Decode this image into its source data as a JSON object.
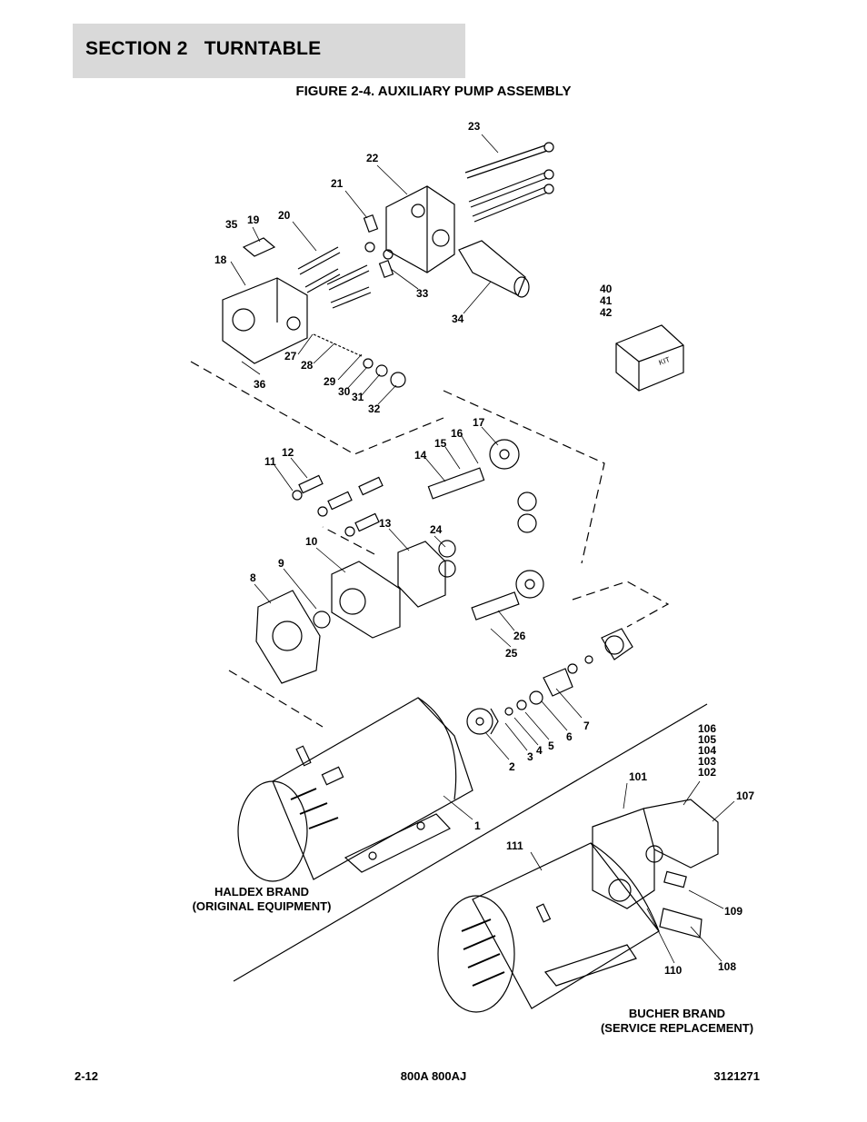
{
  "header": {
    "section": "SECTION 2   TURNTABLE",
    "figure_title": "FIGURE 2-4. AUXILIARY PUMP ASSEMBLY"
  },
  "callouts": [
    "23",
    "22",
    "21",
    "20",
    "19",
    "35",
    "18",
    "34",
    "33",
    "40",
    "41",
    "42",
    "27",
    "28",
    "29",
    "30",
    "31",
    "32",
    "36",
    "17",
    "16",
    "15",
    "14",
    "12",
    "11",
    "13",
    "24",
    "10",
    "9",
    "8",
    "26",
    "25",
    "7",
    "6",
    "5",
    "4",
    "3",
    "2",
    "1",
    "106",
    "105",
    "104",
    "103",
    "102",
    "101",
    "107",
    "111",
    "109",
    "108",
    "110"
  ],
  "brands": {
    "haldex": [
      "HALDEX BRAND",
      "(ORIGINAL EQUIPMENT)"
    ],
    "bucher": [
      "BUCHER BRAND",
      "(SERVICE REPLACEMENT)"
    ]
  },
  "kit_label": "KIT",
  "footer": {
    "page": "2-12",
    "model": "800A 800AJ",
    "doc_number": "3121271"
  }
}
